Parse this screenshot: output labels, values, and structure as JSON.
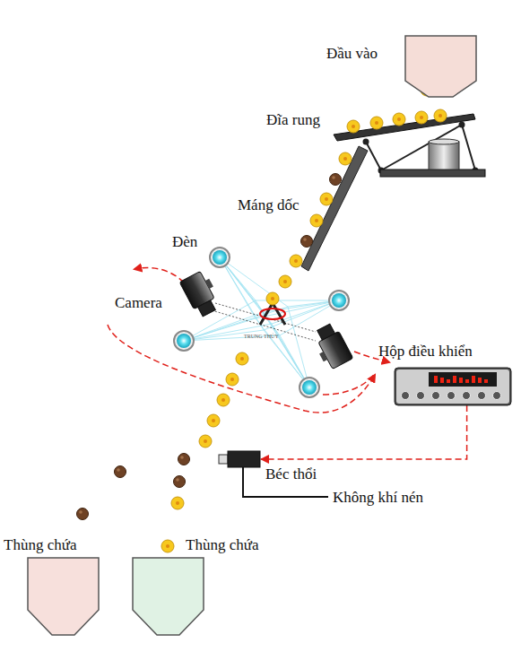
{
  "diagram": {
    "nodes": [
      {
        "text": [
          "Đầu vào"
        ]
      },
      {
        "text": [
          "Hộp điều khiển"
        ]
      },
      {
        "text": [
          "Béc thổi"
        ]
      },
      {
        "text": [
          "Thùng chứa"
        ]
      },
      {
        "text": [
          "Thùng chứa"
        ]
      }
    ],
    "edges": [
      {
        "from": 1,
        "to": 2,
        "arrow": "to"
      }
    ],
    "labels": [
      "Đĩa rung",
      "Máng dốc",
      "Đèn",
      "Camera",
      "Không khí nén",
      "TRUNG THỦY"
    ]
  }
}
